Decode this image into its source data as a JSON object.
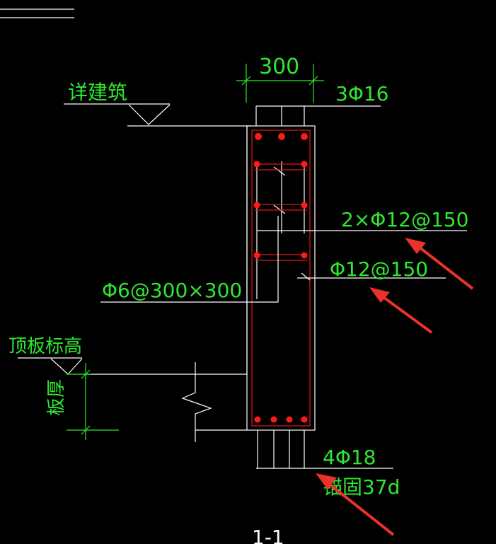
{
  "diagram": {
    "labels": {
      "width_dim": "300",
      "top_bars": "3Φ16",
      "see_arch": "详建筑",
      "side_bars": "2×Φ12@150",
      "horiz_bars": "Φ12@150",
      "tie_bars": "Φ6@300×300",
      "roof_elev": "顶板标高",
      "slab_thick": "板厚",
      "bottom_bars": "4Φ18",
      "anchor": "锚固37d",
      "section": "1-1"
    },
    "colors": {
      "background": "#000000",
      "text": "#2ee82e",
      "structure": "#ffffff",
      "rebar": "#ff1a1a",
      "annotation_arrow": "#e8322a"
    }
  }
}
